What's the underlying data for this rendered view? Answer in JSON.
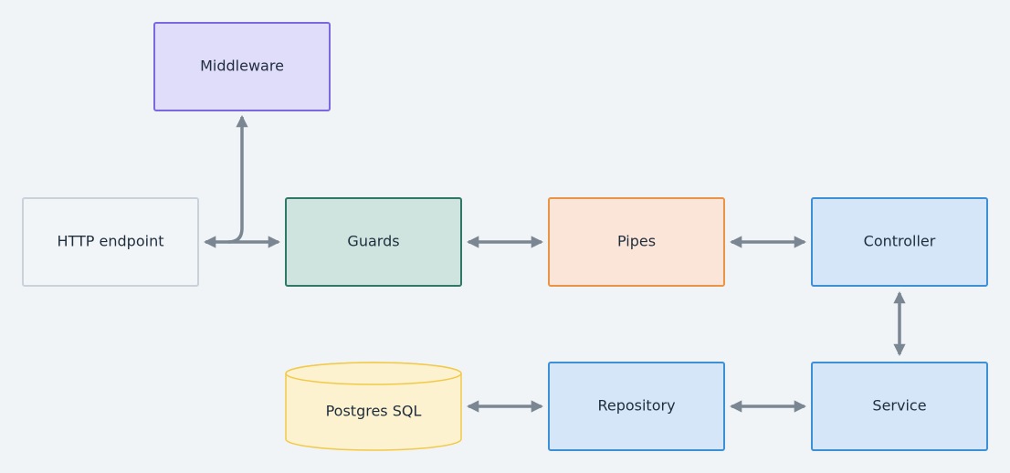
{
  "diagram": {
    "nodes": [
      {
        "id": "middleware",
        "label": "Middleware",
        "fill": "#e0ddfb",
        "stroke": "#7b68e0"
      },
      {
        "id": "http",
        "label": "HTTP endpoint",
        "fill": "#f2f5f8",
        "stroke": "#c9d1da"
      },
      {
        "id": "guards",
        "label": "Guards",
        "fill": "#d0e4df",
        "stroke": "#2f7866"
      },
      {
        "id": "pipes",
        "label": "Pipes",
        "fill": "#fbe5d9",
        "stroke": "#e99545"
      },
      {
        "id": "controller",
        "label": "Controller",
        "fill": "#d4e6f7",
        "stroke": "#3d8fd6"
      },
      {
        "id": "service",
        "label": "Service",
        "fill": "#d4e6f7",
        "stroke": "#3d8fd6"
      },
      {
        "id": "repository",
        "label": "Repository",
        "fill": "#d4e6f7",
        "stroke": "#3d8fd6"
      },
      {
        "id": "postgres",
        "label": "Postgres SQL",
        "fill": "#fcf2cf",
        "stroke": "#f2c948"
      }
    ],
    "edge_color": "#7a8793"
  }
}
